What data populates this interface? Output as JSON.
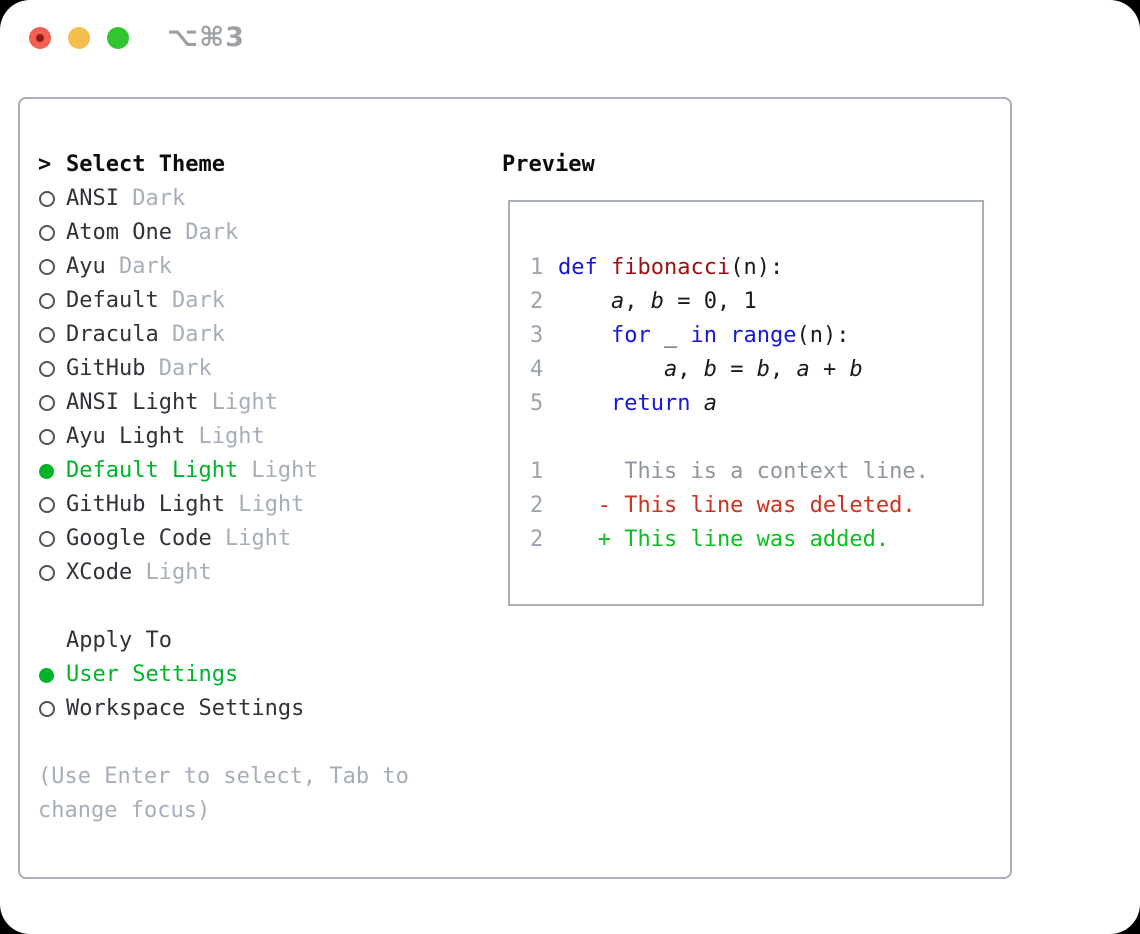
{
  "window": {
    "shortcut_label": "⌥⌘3"
  },
  "theme_selector": {
    "prompt": ">",
    "title": "Select Theme",
    "themes": [
      {
        "name": "ANSI",
        "tag": "Dark",
        "selected": false
      },
      {
        "name": "Atom One",
        "tag": "Dark",
        "selected": false
      },
      {
        "name": "Ayu",
        "tag": "Dark",
        "selected": false
      },
      {
        "name": "Default",
        "tag": "Dark",
        "selected": false
      },
      {
        "name": "Dracula",
        "tag": "Dark",
        "selected": false
      },
      {
        "name": "GitHub",
        "tag": "Dark",
        "selected": false
      },
      {
        "name": "ANSI Light",
        "tag": "Light",
        "selected": false
      },
      {
        "name": "Ayu Light",
        "tag": "Light",
        "selected": false
      },
      {
        "name": "Default Light",
        "tag": "Light",
        "selected": true
      },
      {
        "name": "GitHub Light",
        "tag": "Light",
        "selected": false
      },
      {
        "name": "Google Code",
        "tag": "Light",
        "selected": false
      },
      {
        "name": "XCode",
        "tag": "Light",
        "selected": false
      }
    ]
  },
  "apply_to": {
    "title": "Apply To",
    "options": [
      {
        "label": "User Settings",
        "selected": true
      },
      {
        "label": "Workspace Settings",
        "selected": false
      }
    ]
  },
  "help_text": "(Use Enter to select, Tab to change focus)",
  "preview": {
    "title": "Preview",
    "code_lines": [
      {
        "num": "1",
        "segments": [
          {
            "c": "kw",
            "t": "def"
          },
          {
            "c": "pl",
            "t": " "
          },
          {
            "c": "fn",
            "t": "fibonacci"
          },
          {
            "c": "pl",
            "t": "(n):"
          }
        ]
      },
      {
        "num": "2",
        "segments": [
          {
            "c": "pl",
            "t": "    "
          },
          {
            "c": "va",
            "t": "a"
          },
          {
            "c": "pl",
            "t": ", "
          },
          {
            "c": "va",
            "t": "b"
          },
          {
            "c": "pl",
            "t": " = 0, 1"
          }
        ]
      },
      {
        "num": "3",
        "segments": [
          {
            "c": "pl",
            "t": "    "
          },
          {
            "c": "kw",
            "t": "for"
          },
          {
            "c": "pl",
            "t": " _ "
          },
          {
            "c": "kw",
            "t": "in"
          },
          {
            "c": "pl",
            "t": " "
          },
          {
            "c": "kw",
            "t": "range"
          },
          {
            "c": "pl",
            "t": "(n):"
          }
        ]
      },
      {
        "num": "4",
        "segments": [
          {
            "c": "pl",
            "t": "        "
          },
          {
            "c": "va",
            "t": "a"
          },
          {
            "c": "pl",
            "t": ", "
          },
          {
            "c": "va",
            "t": "b"
          },
          {
            "c": "pl",
            "t": " = "
          },
          {
            "c": "va",
            "t": "b"
          },
          {
            "c": "pl",
            "t": ", "
          },
          {
            "c": "va",
            "t": "a"
          },
          {
            "c": "pl",
            "t": " + "
          },
          {
            "c": "va",
            "t": "b"
          }
        ]
      },
      {
        "num": "5",
        "segments": [
          {
            "c": "pl",
            "t": "    "
          },
          {
            "c": "kw",
            "t": "return"
          },
          {
            "c": "pl",
            "t": " "
          },
          {
            "c": "va",
            "t": "a"
          }
        ]
      },
      {
        "num": "",
        "segments": []
      },
      {
        "num": "1",
        "segments": [
          {
            "c": "ctx",
            "t": "     This is a context line."
          }
        ]
      },
      {
        "num": "2",
        "segments": [
          {
            "c": "del",
            "t": "   - This line was deleted."
          }
        ]
      },
      {
        "num": "2",
        "segments": [
          {
            "c": "add",
            "t": "   + This line was added."
          }
        ]
      }
    ]
  },
  "colors": {
    "accent_green": "#00b42a",
    "keyword_blue": "#1616dd",
    "function_red": "#9d1111",
    "diff_deleted": "#cb3220",
    "diff_added": "#0abf1e",
    "muted_gray": "#a6aeb9",
    "border_gray": "#a9afb9",
    "traffic_red": "#f35f52",
    "traffic_yellow": "#f5bf4e",
    "traffic_green": "#31c52f"
  }
}
